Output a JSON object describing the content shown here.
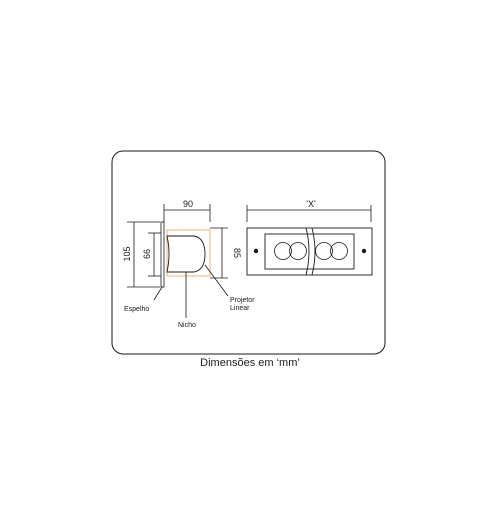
{
  "dimensions": {
    "width_top": "90",
    "height_outer": "105",
    "height_inner": "66",
    "height_right": "85",
    "length_x": "'X'"
  },
  "labels": {
    "espelho": "Espelho",
    "nicho": "Nicho",
    "projetor": "Projetor",
    "linear": "Linear"
  },
  "caption": "Dimensões em ‘mm’",
  "colors": {
    "line": "#1a1a1a",
    "accent": "#e8a867"
  }
}
